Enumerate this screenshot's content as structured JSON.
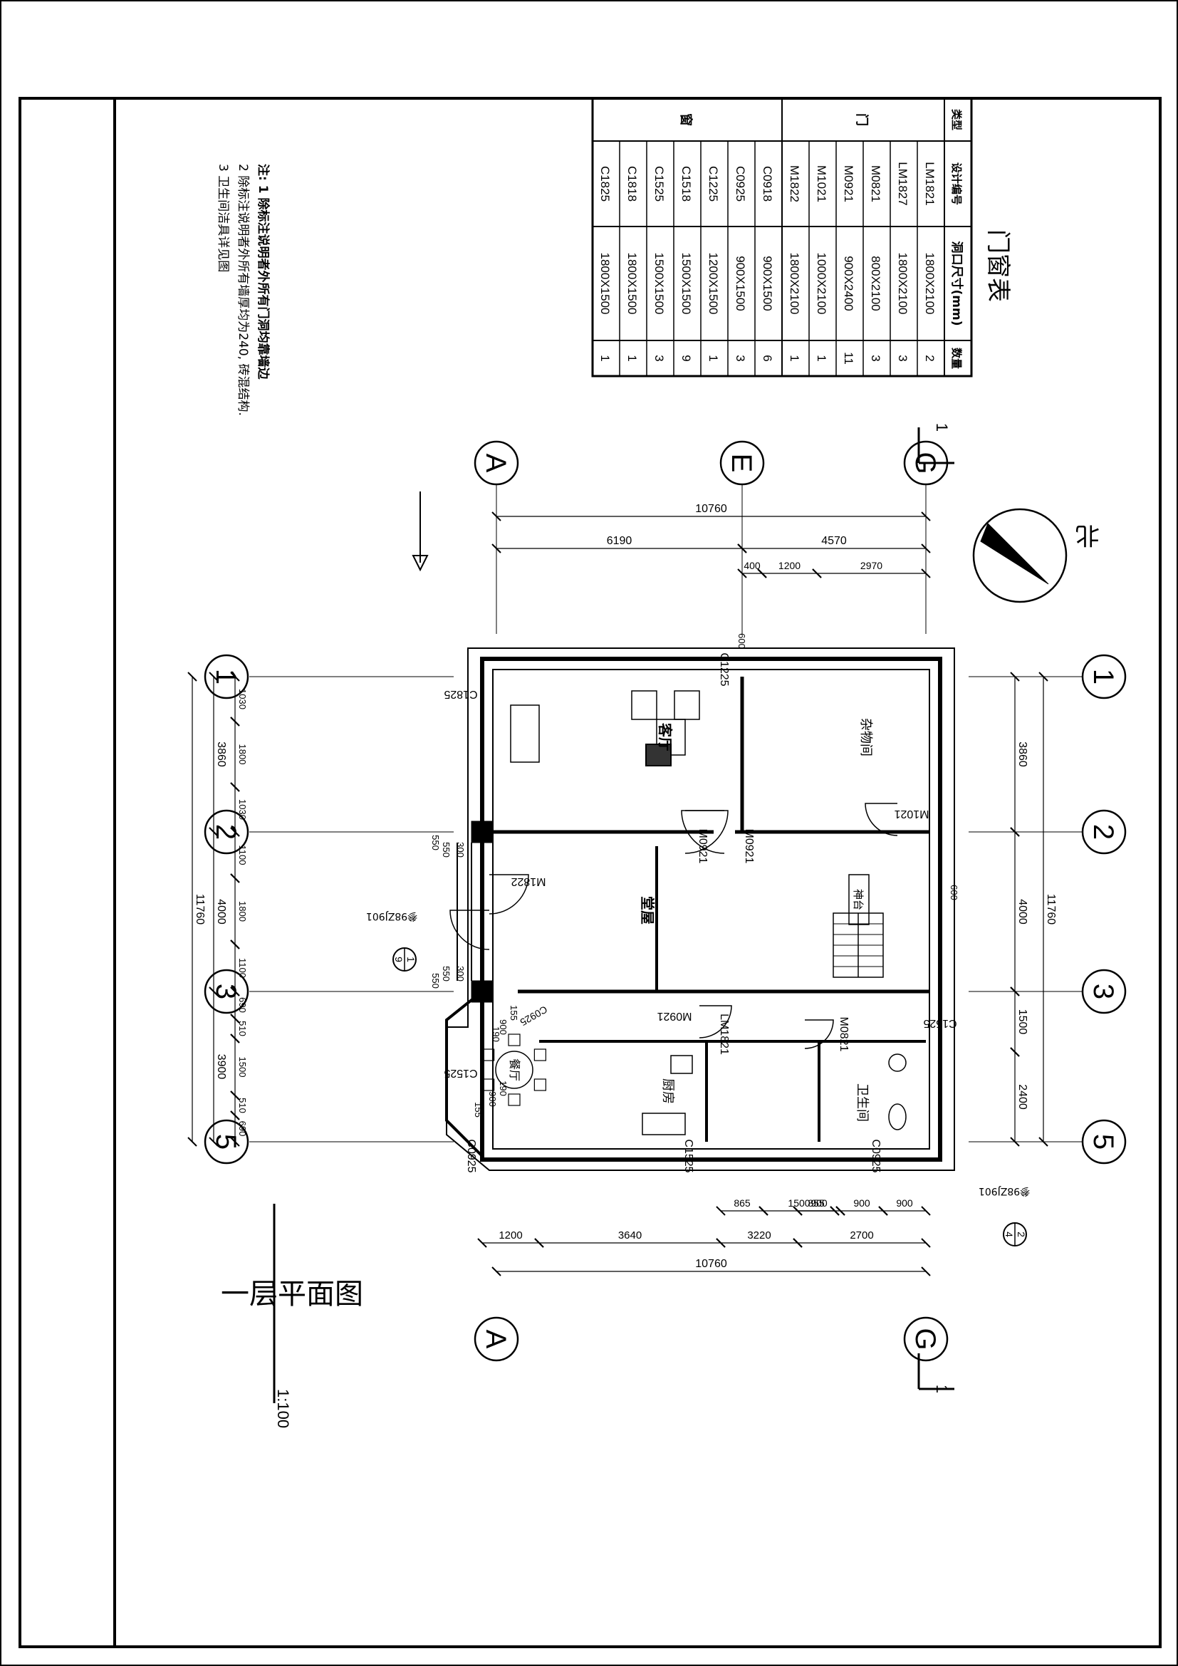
{
  "drawing": {
    "title": "一层平面图",
    "scale": "1:100",
    "north": "北"
  },
  "table": {
    "title": "门窗表",
    "headers": [
      "类型",
      "设计编号",
      "洞口尺寸(mm)",
      "数量"
    ],
    "groups": [
      {
        "type": "门",
        "rows": [
          {
            "code": "LM1821",
            "size": "1800X2100",
            "qty": "2"
          },
          {
            "code": "LM1827",
            "size": "1800X2100",
            "qty": "3"
          },
          {
            "code": "M0821",
            "size": "800X2100",
            "qty": "3"
          },
          {
            "code": "M0921",
            "size": "900X2400",
            "qty": "11"
          },
          {
            "code": "M1021",
            "size": "1000X2100",
            "qty": "1"
          },
          {
            "code": "M1822",
            "size": "1800X2100",
            "qty": "1"
          }
        ]
      },
      {
        "type": "窗",
        "rows": [
          {
            "code": "C0918",
            "size": "900X1500",
            "qty": "6"
          },
          {
            "code": "C0925",
            "size": "900X1500",
            "qty": "3"
          },
          {
            "code": "C1225",
            "size": "1200X1500",
            "qty": "1"
          },
          {
            "code": "C1518",
            "size": "1500X1500",
            "qty": "9"
          },
          {
            "code": "C1525",
            "size": "1500X1500",
            "qty": "3"
          },
          {
            "code": "C1818",
            "size": "1800X1500",
            "qty": "1"
          },
          {
            "code": "C1825",
            "size": "1800X1500",
            "qty": "1"
          }
        ]
      }
    ]
  },
  "notes": [
    "注: 1 除标注说明者外所有门洞均靠墙边",
    "2 除标注说明者外所有墙厚均为240, 砖混结构.",
    "3 卫生间洁具详见图"
  ],
  "axes": {
    "letters": [
      "A",
      "E",
      "G"
    ],
    "numbers": [
      "1",
      "2",
      "3",
      "5"
    ]
  },
  "dims": {
    "top_total": "10760",
    "top_1": "6190",
    "top_2": "4570",
    "top_3a": "400",
    "top_3b": "1200",
    "top_3c": "2970",
    "bottom_total": "10760",
    "bottom_1": [
      "1200",
      "3640",
      "3220",
      "2700"
    ],
    "bottom_2": [
      "865",
      "1500",
      "855",
      "900",
      "900",
      "900"
    ],
    "left_total": "11760",
    "left_1": [
      "3860",
      "4000",
      "3900"
    ],
    "left_2": [
      "1030",
      "1800",
      "1030",
      "1100",
      "1800",
      "1100",
      "690",
      "510",
      "1500",
      "510",
      "690"
    ],
    "right_total": "11760",
    "right_1": [
      "3860",
      "4000",
      "1500",
      "2400"
    ],
    "misc": [
      "550",
      "550",
      "300",
      "550",
      "300",
      "550",
      "600",
      "600",
      "155",
      "900",
      "190",
      "190",
      "900",
      "155"
    ]
  },
  "rooms": {
    "living": "客厅",
    "storage": "杂物间",
    "hall": "堂屋",
    "altar": "神台",
    "dining": "餐厅",
    "kitchen": "厨房",
    "bath": "卫生间"
  },
  "labels": {
    "c1225": "C1225",
    "c1825": "C1825",
    "m1021": "M1021",
    "m0921a": "M0921",
    "m0921b": "M0921",
    "m1822": "M1822",
    "c1525a": "C1525",
    "m0921c": "M0921",
    "lm1821": "LM1821",
    "m0821": "M0821",
    "c0925a": "C0925",
    "c1525b": "C1525",
    "c0925b": "C0925",
    "c1525c": "C1525",
    "c0925c": "C0925",
    "detail1_label": "参98ZJ901",
    "detail1_top": "1",
    "detail1_bottom": "9",
    "detail2_label": "参98ZJ901",
    "detail2_top": "2",
    "detail2_bottom": "4",
    "section": "1"
  }
}
